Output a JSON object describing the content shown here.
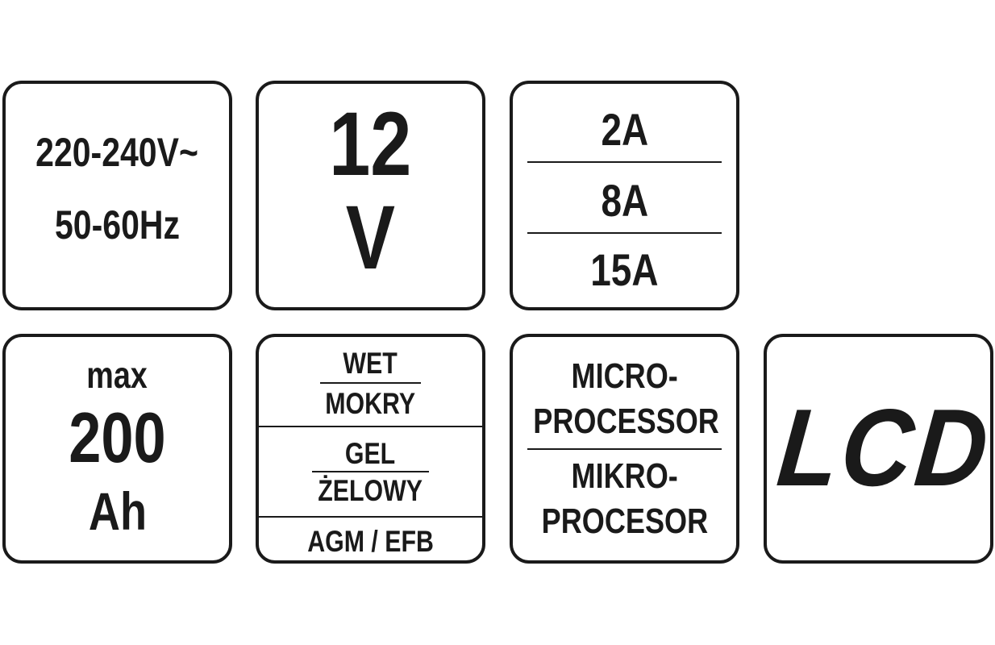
{
  "icons": {
    "power_supply": {
      "line1": "220-240V~",
      "line2": "50-60Hz"
    },
    "voltage": {
      "value": "12",
      "unit": "V"
    },
    "charge_current": {
      "options": [
        "2A",
        "8A",
        "15A"
      ]
    },
    "capacity": {
      "prefix": "max",
      "value": "200",
      "unit": "Ah"
    },
    "battery_types": {
      "wet": {
        "en": "WET",
        "pl": "MOKRY"
      },
      "gel": {
        "en": "GEL",
        "pl": "ŻELOWY"
      },
      "other": "AGM / EFB"
    },
    "control": {
      "en_1": "MICRO-",
      "en_2": "PROCESSOR",
      "pl_1": "MIKRO-",
      "pl_2": "PROCESOR"
    },
    "display": {
      "label": "LCD"
    }
  },
  "colors": {
    "ink": "#1a1a1a",
    "background": "#ffffff"
  }
}
